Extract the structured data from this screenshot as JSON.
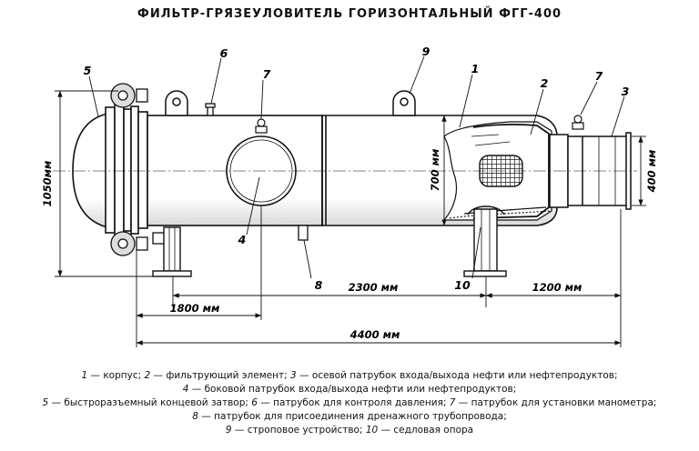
{
  "title": "ФИЛЬТР-ГРЯЗЕУЛОВИТЕЛЬ ГОРИЗОНТАЛЬНЫЙ ФГГ-400",
  "dimensions": {
    "height_total": "1050мм",
    "body_diameter": "700 мм",
    "nozzle_diameter": "400 мм",
    "span_mid": "2300 мм",
    "span_right": "1200 мм",
    "span_left": "1800 мм",
    "length_total": "4400 мм"
  },
  "callouts": [
    "1",
    "2",
    "3",
    "4",
    "5",
    "6",
    "7",
    "7",
    "8",
    "9",
    "10"
  ],
  "legend": [
    [
      {
        "n": "1",
        "t": " — корпус; "
      },
      {
        "n": "2",
        "t": " — фильтрующий элемент; "
      },
      {
        "n": "3",
        "t": " — осевой патрубок входа/выхода нефти или нефтепродуктов;"
      }
    ],
    [
      {
        "n": "4",
        "t": " — боковой патрубок входа/выхода нефти или нефтепродуктов;"
      }
    ],
    [
      {
        "n": "5",
        "t": " — быстроразъемный концевой затвор; "
      },
      {
        "n": "6",
        "t": " — патрубок для контроля давления; "
      },
      {
        "n": "7",
        "t": " — патрубок для установки манометра;"
      }
    ],
    [
      {
        "n": "8",
        "t": " — патрубок для присоединения дренажного трубопровода;"
      }
    ],
    [
      {
        "n": "9",
        "t": " — строповое устройство; "
      },
      {
        "n": "10",
        "t": " — седловая опора"
      }
    ]
  ]
}
